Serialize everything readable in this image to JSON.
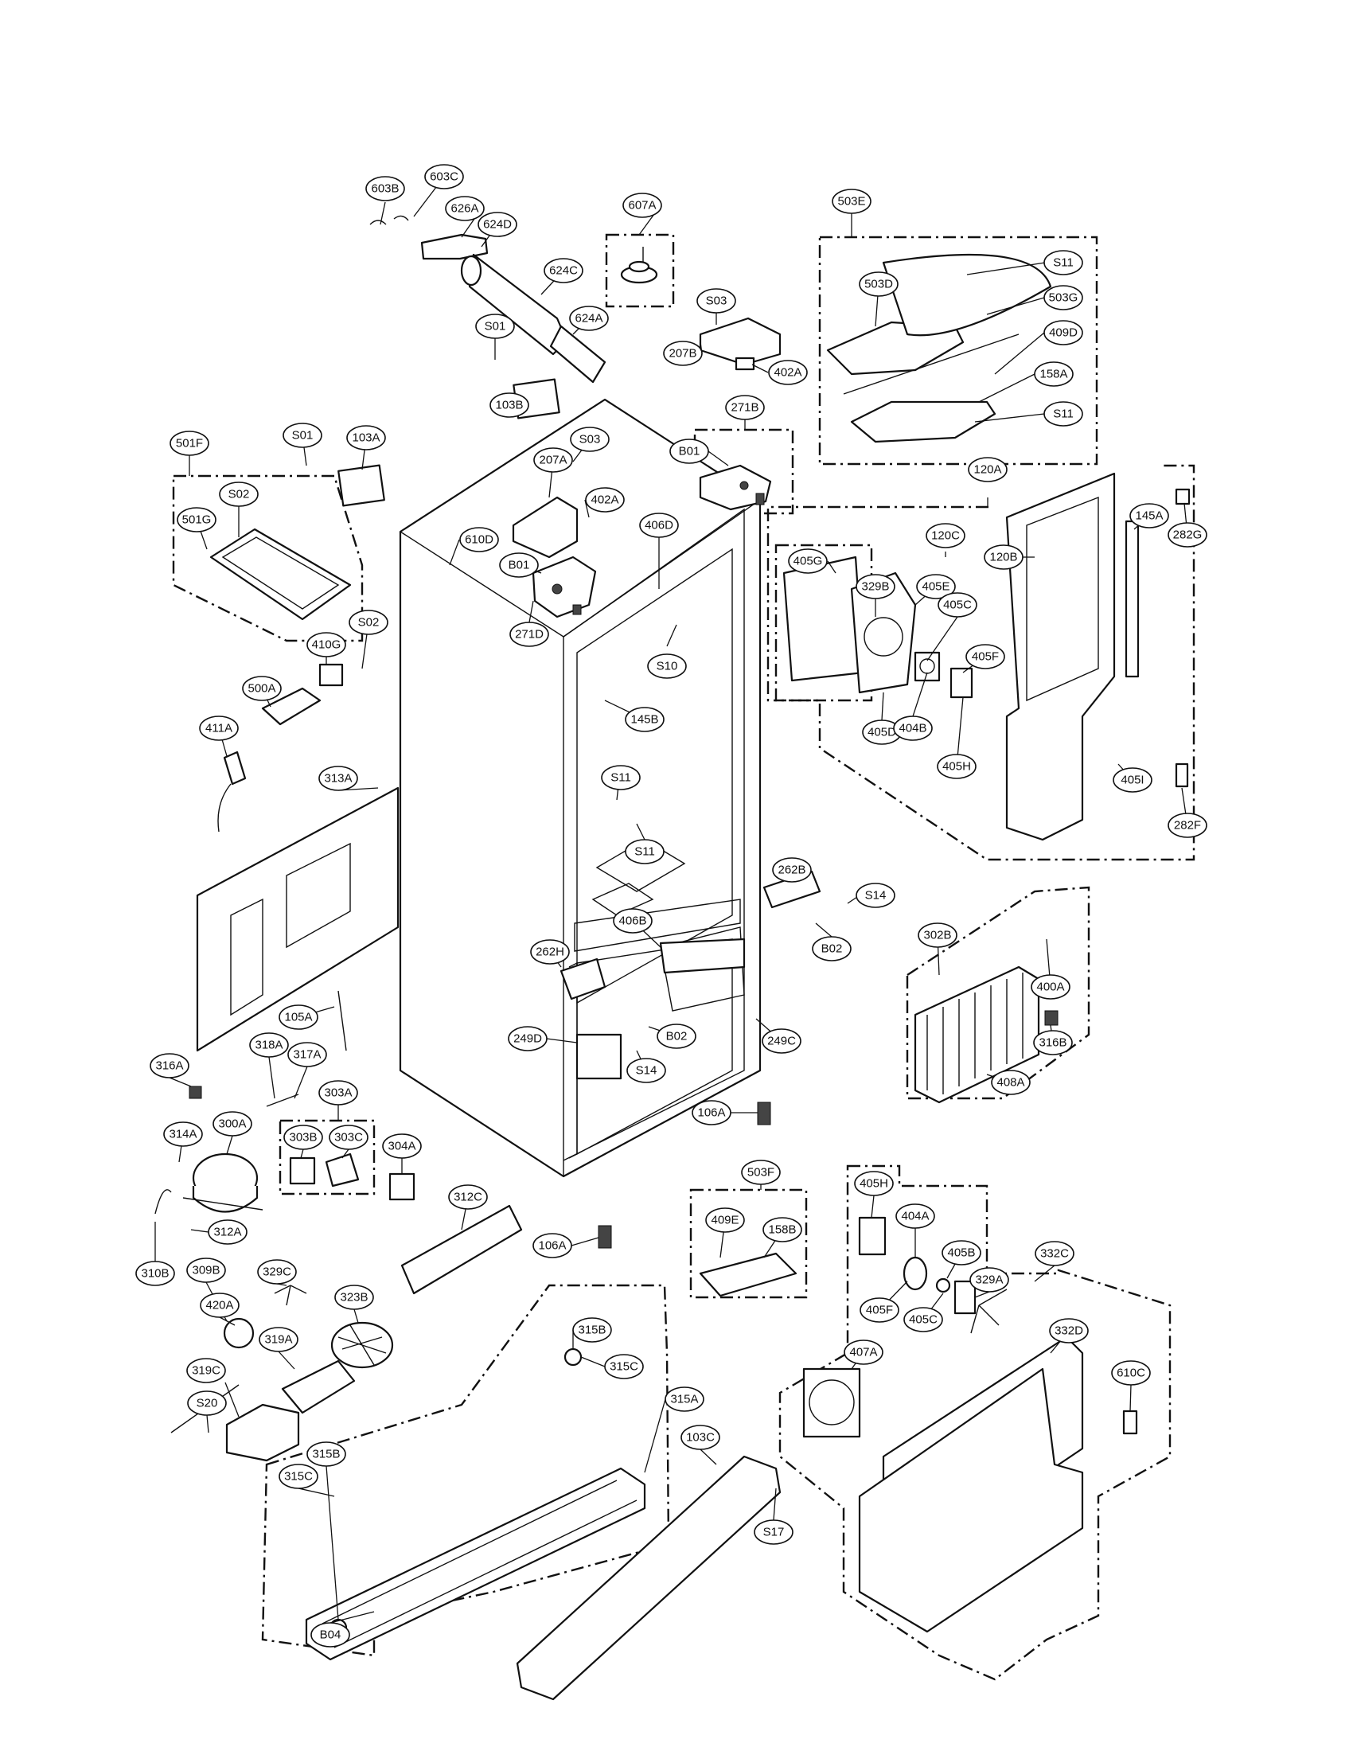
{
  "colors": {
    "line": "#111111",
    "background": "#ffffff",
    "shade": "#444444"
  },
  "callouts": [
    {
      "id": "c001",
      "label": "603B"
    },
    {
      "id": "c002",
      "label": "603C"
    },
    {
      "id": "c003",
      "label": "626A"
    },
    {
      "id": "c004",
      "label": "624D"
    },
    {
      "id": "c005",
      "label": "624C"
    },
    {
      "id": "c006",
      "label": "624A"
    },
    {
      "id": "c007",
      "label": "607A"
    },
    {
      "id": "c008",
      "label": "S03"
    },
    {
      "id": "c009",
      "label": "207B"
    },
    {
      "id": "c010",
      "label": "402A"
    },
    {
      "id": "c011",
      "label": "S01"
    },
    {
      "id": "c012",
      "label": "103B"
    },
    {
      "id": "c013",
      "label": "503E"
    },
    {
      "id": "c014",
      "label": "S11"
    },
    {
      "id": "c015",
      "label": "503D"
    },
    {
      "id": "c016",
      "label": "503G"
    },
    {
      "id": "c017",
      "label": "409D"
    },
    {
      "id": "c018",
      "label": "158A"
    },
    {
      "id": "c019",
      "label": "S11"
    },
    {
      "id": "c020",
      "label": "271B"
    },
    {
      "id": "c021",
      "label": "B01"
    },
    {
      "id": "c022",
      "label": "S01"
    },
    {
      "id": "c023",
      "label": "103A"
    },
    {
      "id": "c024",
      "label": "501F"
    },
    {
      "id": "c025",
      "label": "S02"
    },
    {
      "id": "c026",
      "label": "501G"
    },
    {
      "id": "c027",
      "label": "S03"
    },
    {
      "id": "c028",
      "label": "207A"
    },
    {
      "id": "c029",
      "label": "402A"
    },
    {
      "id": "c030",
      "label": "610D"
    },
    {
      "id": "c031",
      "label": "B01"
    },
    {
      "id": "c032",
      "label": "406D"
    },
    {
      "id": "c033",
      "label": "271D"
    },
    {
      "id": "c034",
      "label": "S02"
    },
    {
      "id": "c035",
      "label": "410G"
    },
    {
      "id": "c036",
      "label": "500A"
    },
    {
      "id": "c037",
      "label": "411A"
    },
    {
      "id": "c038",
      "label": "S10"
    },
    {
      "id": "c039",
      "label": "145B"
    },
    {
      "id": "c040",
      "label": "S11"
    },
    {
      "id": "c041",
      "label": "S11"
    },
    {
      "id": "c042",
      "label": "313A"
    },
    {
      "id": "c043",
      "label": "120A"
    },
    {
      "id": "c044",
      "label": "120C"
    },
    {
      "id": "c045",
      "label": "405G"
    },
    {
      "id": "c046",
      "label": "329B"
    },
    {
      "id": "c047",
      "label": "405E"
    },
    {
      "id": "c048",
      "label": "120B"
    },
    {
      "id": "c049",
      "label": "145A"
    },
    {
      "id": "c050",
      "label": "282G"
    },
    {
      "id": "c051",
      "label": "405C"
    },
    {
      "id": "c052",
      "label": "405F"
    },
    {
      "id": "c053",
      "label": "405D"
    },
    {
      "id": "c054",
      "label": "404B"
    },
    {
      "id": "c055",
      "label": "405H"
    },
    {
      "id": "c056",
      "label": "405I"
    },
    {
      "id": "c057",
      "label": "282F"
    },
    {
      "id": "c058",
      "label": "262B"
    },
    {
      "id": "c059",
      "label": "S14"
    },
    {
      "id": "c060",
      "label": "B02"
    },
    {
      "id": "c061",
      "label": "406B"
    },
    {
      "id": "c062",
      "label": "262H"
    },
    {
      "id": "c063",
      "label": "302B"
    },
    {
      "id": "c064",
      "label": "400A"
    },
    {
      "id": "c065",
      "label": "316B"
    },
    {
      "id": "c066",
      "label": "408A"
    },
    {
      "id": "c067",
      "label": "105A"
    },
    {
      "id": "c068",
      "label": "249D"
    },
    {
      "id": "c069",
      "label": "B02"
    },
    {
      "id": "c070",
      "label": "249C"
    },
    {
      "id": "c071",
      "label": "S14"
    },
    {
      "id": "c072",
      "label": "318A"
    },
    {
      "id": "c073",
      "label": "317A"
    },
    {
      "id": "c074",
      "label": "316A"
    },
    {
      "id": "c075",
      "label": "303A"
    },
    {
      "id": "c076",
      "label": "106A"
    },
    {
      "id": "c077",
      "label": "314A"
    },
    {
      "id": "c078",
      "label": "300A"
    },
    {
      "id": "c079",
      "label": "303B"
    },
    {
      "id": "c080",
      "label": "303C"
    },
    {
      "id": "c081",
      "label": "304A"
    },
    {
      "id": "c082",
      "label": "312A"
    },
    {
      "id": "c083",
      "label": "312C"
    },
    {
      "id": "c084",
      "label": "503F"
    },
    {
      "id": "c085",
      "label": "405H"
    },
    {
      "id": "c086",
      "label": "409E"
    },
    {
      "id": "c087",
      "label": "158B"
    },
    {
      "id": "c088",
      "label": "404A"
    },
    {
      "id": "c089",
      "label": "310B"
    },
    {
      "id": "c090",
      "label": "106A"
    },
    {
      "id": "c091",
      "label": "405B"
    },
    {
      "id": "c092",
      "label": "332C"
    },
    {
      "id": "c093",
      "label": "309B"
    },
    {
      "id": "c094",
      "label": "329C"
    },
    {
      "id": "c095",
      "label": "405F"
    },
    {
      "id": "c096",
      "label": "329A"
    },
    {
      "id": "c097",
      "label": "420A"
    },
    {
      "id": "c098",
      "label": "323B"
    },
    {
      "id": "c099",
      "label": "405C"
    },
    {
      "id": "c100",
      "label": "315B"
    },
    {
      "id": "c101",
      "label": "332D"
    },
    {
      "id": "c102",
      "label": "319A"
    },
    {
      "id": "c103",
      "label": "315C"
    },
    {
      "id": "c104",
      "label": "319C"
    },
    {
      "id": "c105",
      "label": "407A"
    },
    {
      "id": "c106",
      "label": "315A"
    },
    {
      "id": "c107",
      "label": "610C"
    },
    {
      "id": "c108",
      "label": "S20"
    },
    {
      "id": "c109",
      "label": "103C"
    },
    {
      "id": "c110",
      "label": "315B"
    },
    {
      "id": "c111",
      "label": "315C"
    },
    {
      "id": "c112",
      "label": "S17"
    },
    {
      "id": "c113",
      "label": "B04"
    }
  ]
}
